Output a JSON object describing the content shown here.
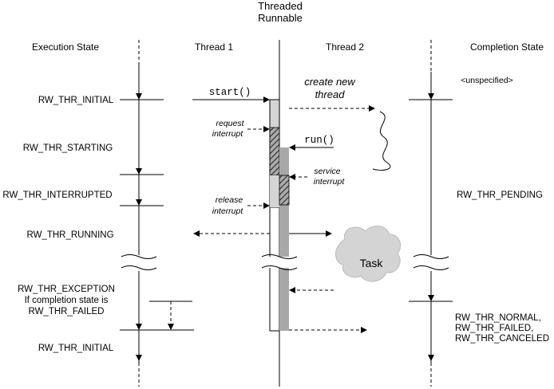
{
  "title": {
    "line1": "Threaded",
    "line2": "Runnable"
  },
  "columns": {
    "execution_state": "Execution State",
    "thread1": "Thread 1",
    "thread2": "Thread 2",
    "completion_state": "Completion State"
  },
  "execution_states": {
    "initial_top": "RW_THR_INITIAL",
    "starting": "RW_THR_STARTING",
    "interrupted": "RW_THR_INTERRUPTED",
    "running": "RW_THR_RUNNING",
    "exception_line1": "RW_THR_EXCEPTION",
    "exception_line2": "If completion state is",
    "exception_line3": "RW_THR_FAILED",
    "initial_bottom": "RW_THR_INITIAL"
  },
  "completion_states": {
    "unspecified": "<unspecified>",
    "pending": "RW_THR_PENDING",
    "normal": "RW_THR_NORMAL,",
    "failed": "RW_THR_FAILED,",
    "canceled": "RW_THR_CANCELED"
  },
  "calls": {
    "start": "start()",
    "run": "run()"
  },
  "annotations": {
    "create_new_line1": "create new",
    "create_new_line2": "thread",
    "request_line1": "request",
    "request_line2": "interrupt",
    "service_line1": "service",
    "service_line2": "interrupt",
    "release_line1": "release",
    "release_line2": "interrupt"
  },
  "task": {
    "label": "Task"
  }
}
